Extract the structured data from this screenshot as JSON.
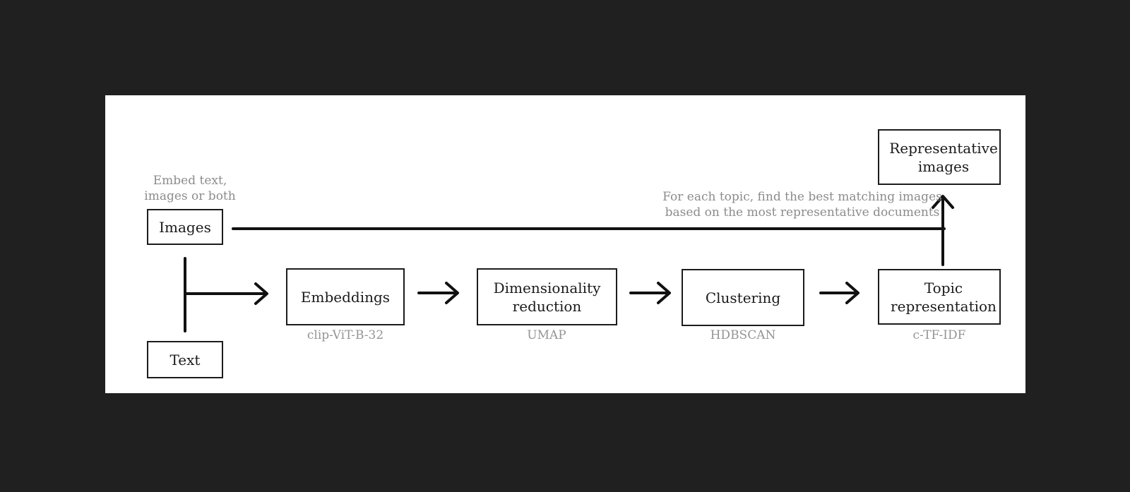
{
  "colors": {
    "background": "#202020",
    "canvas": "#ffffff",
    "line": "#111111",
    "box_border": "#1c1c1c",
    "box_text": "#1a1a1a",
    "annotation_gray": "#8c8c8c",
    "sublabel_gray": "#949494"
  },
  "diagram": {
    "nodes": {
      "images": {
        "label": "Images"
      },
      "text": {
        "label": "Text"
      },
      "embeddings": {
        "label": "Embeddings",
        "sublabel": "clip-ViT-B-32"
      },
      "dim_reduction": {
        "line1": "Dimensionality",
        "line2": "reduction",
        "sublabel": "UMAP"
      },
      "clustering": {
        "label": "Clustering",
        "sublabel": "HDBSCAN"
      },
      "topic_representation": {
        "line1": "Topic",
        "line2": "representation",
        "sublabel": "c-TF-IDF"
      },
      "representative_images": {
        "line1": "Representative",
        "line2": "images"
      }
    },
    "annotations": {
      "embed": {
        "line1": "Embed text,",
        "line2": "images or both"
      },
      "match": {
        "line1": "For each topic, find the best matching images",
        "line2": "based on the most representative documents"
      }
    }
  }
}
